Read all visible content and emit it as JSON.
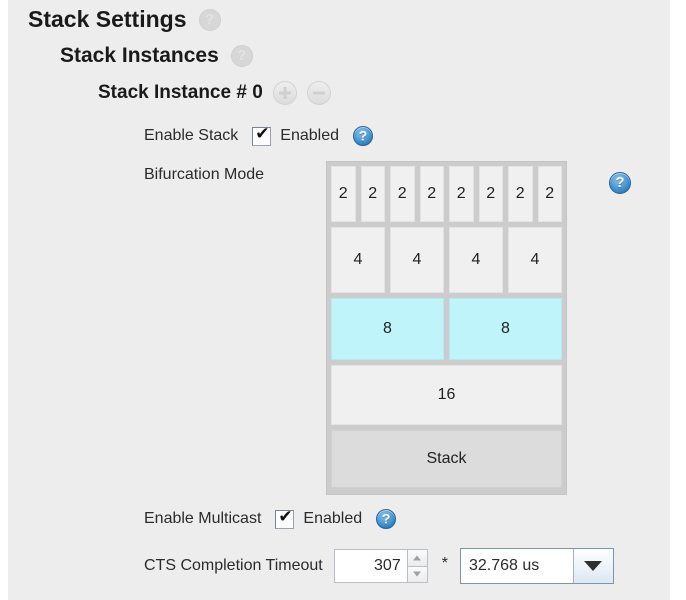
{
  "page": {
    "background_color": "#ededed",
    "accent_color": "#4d9ad6",
    "selected_cell_color": "#bff4fb"
  },
  "headings": {
    "level1": "Stack Settings",
    "level2": "Stack Instances",
    "level3": "Stack Instance # 0",
    "add_button_label": "+",
    "remove_button_label": "−"
  },
  "help_glyph": "?",
  "fields": {
    "enable_stack": {
      "label": "Enable Stack",
      "checkbox_value": "Enabled",
      "checked": true,
      "tick": "✔"
    },
    "bifurcation": {
      "label": "Bifurcation Mode",
      "rows": [
        {
          "name": "row-2",
          "cells": [
            "2",
            "2",
            "2",
            "2",
            "2",
            "2",
            "2",
            "2"
          ],
          "selected": false
        },
        {
          "name": "row-4",
          "cells": [
            "4",
            "4",
            "4",
            "4"
          ],
          "selected": false
        },
        {
          "name": "row-8",
          "cells": [
            "8",
            "8"
          ],
          "selected": true
        },
        {
          "name": "row-16",
          "cells": [
            "16"
          ],
          "selected": false
        },
        {
          "name": "row-stack",
          "cells": [
            "Stack"
          ],
          "selected": false
        }
      ]
    },
    "enable_multicast": {
      "label": "Enable Multicast",
      "checkbox_value": "Enabled",
      "checked": true,
      "tick": "✔"
    },
    "cts_completion_timeout": {
      "label": "CTS Completion Timeout",
      "value": "307",
      "multiplier_symbol": "*",
      "unit_selected": "32.768 us"
    }
  }
}
